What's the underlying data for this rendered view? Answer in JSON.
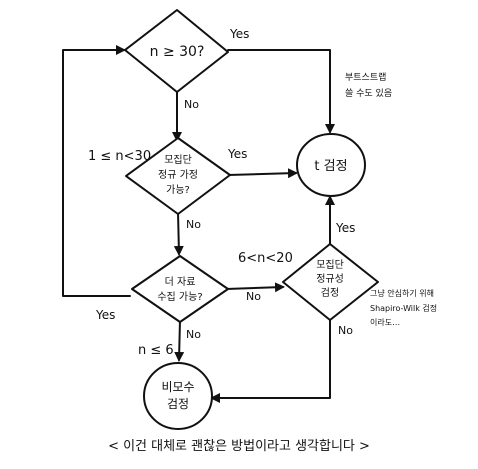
{
  "diagram": {
    "decisions": {
      "n_ge_30": "n ≥ 30?",
      "pop_normal_1": "모집단",
      "pop_normal_2": "정규 가정",
      "pop_normal_3": "가능?",
      "more_data_1": "더 자료",
      "more_data_2": "수집 가능?",
      "pop_normality_1": "모집단",
      "pop_normality_2": "정규성",
      "pop_normality_3": "검정"
    },
    "terminals": {
      "t_test": "t 검정",
      "nonparam_1": "비모수",
      "nonparam_2": "검정"
    },
    "edge_labels": {
      "yes_top": "Yes",
      "no_top": "No",
      "yes_mid": "Yes",
      "no_mid": "No",
      "yes_left": "Yes",
      "no_more_data": "No",
      "no_bottom": "No",
      "yes_right": "Yes",
      "no_right": "No"
    },
    "annotations": {
      "range_1_30": "1 ≤ n<30",
      "range_6_20": "6<n<20",
      "n_le_6": "n ≤ 6",
      "bootstrap_1": "부트스트랩",
      "bootstrap_2": "쓸 수도 있음",
      "shapiro_1": "그냥 안심하기 위해",
      "shapiro_2": "Shapiro-Wilk 검정",
      "shapiro_3": "이라도…"
    },
    "caption": "< 이건 대체로 괜찮은 방법이라고 생각합니다 >"
  }
}
